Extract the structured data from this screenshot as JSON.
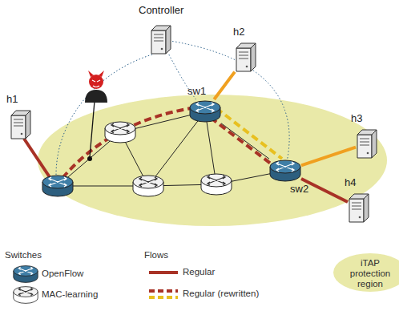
{
  "diagram": {
    "nodes": [
      {
        "text": [
          "Controller"
        ]
      },
      {
        "text": [
          "h1"
        ]
      },
      {
        "text": [
          "h2"
        ]
      },
      {
        "text": [
          "sw1"
        ]
      },
      {
        "text": [
          "sw2"
        ]
      },
      {
        "text": [
          "h3"
        ]
      },
      {
        "text": [
          "h4"
        ]
      }
    ],
    "edges": [
      {
        "from": 0,
        "to": 3,
        "arrow": "none"
      },
      {
        "from": 0,
        "to": 4,
        "arrow": "none"
      },
      {
        "from": 3,
        "to": 2,
        "arrow": "none"
      },
      {
        "from": 3,
        "to": 4,
        "arrow": "none"
      },
      {
        "from": 4,
        "to": 5,
        "arrow": "none"
      },
      {
        "from": 4,
        "to": 6,
        "arrow": "none"
      }
    ],
    "labels": [
      "Switches",
      "Flows"
    ],
    "legend": [
      {
        "text": "OpenFlow"
      },
      {
        "text": "MAC-learning"
      },
      {
        "text": "Regular"
      },
      {
        "text": "Regular (rewritten)"
      },
      {
        "text": "iTAP protection region",
        "color": "#e9e9a8"
      }
    ]
  }
}
